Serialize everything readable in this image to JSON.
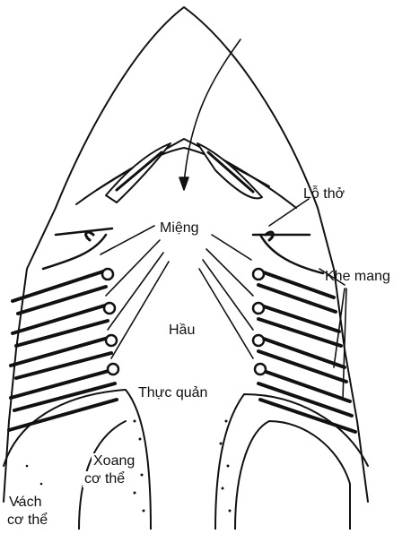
{
  "diagram": {
    "labels": {
      "breathing_hole": "Lỗ thở",
      "mouth": "Miệng",
      "gill_slits": "Khe mang",
      "pharynx": "Hầu",
      "esophagus": "Thực quản",
      "body_cavity_line1": "Xoang",
      "body_cavity_line2": "cơ thể",
      "body_wall_line1": "Vách",
      "body_wall_line2": "cơ thể"
    },
    "colors": {
      "ink": "#111111",
      "background": "#ffffff"
    }
  }
}
